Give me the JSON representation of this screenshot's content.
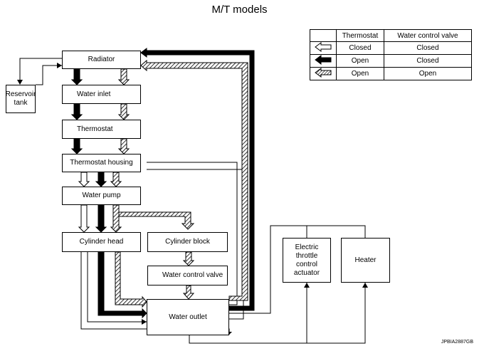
{
  "title": "M/T models",
  "components": {
    "radiator": "Radiator",
    "reservoir_tank": "Reservoir tank",
    "water_inlet": "Water inlet",
    "thermostat": "Thermostat",
    "thermostat_housing": "Thermostat housing",
    "water_pump": "Water pump",
    "cylinder_head": "Cylinder head",
    "cylinder_block": "Cylinder block",
    "water_control_valve": "Water control valve",
    "water_outlet": "Water outlet",
    "electric_throttle_control_actuator": "Electric throttle control actuator",
    "heater": "Heater"
  },
  "legend": {
    "headers": [
      "Thermostat",
      "Water control valve"
    ],
    "rows": [
      {
        "arrow": "white-arrow-icon",
        "thermostat": "Closed",
        "water_control_valve": "Closed"
      },
      {
        "arrow": "black-arrow-icon",
        "thermostat": "Open",
        "water_control_valve": "Closed"
      },
      {
        "arrow": "hatched-arrow-icon",
        "thermostat": "Open",
        "water_control_valve": "Open"
      }
    ]
  },
  "figure_code": "JPBIA2887GB"
}
